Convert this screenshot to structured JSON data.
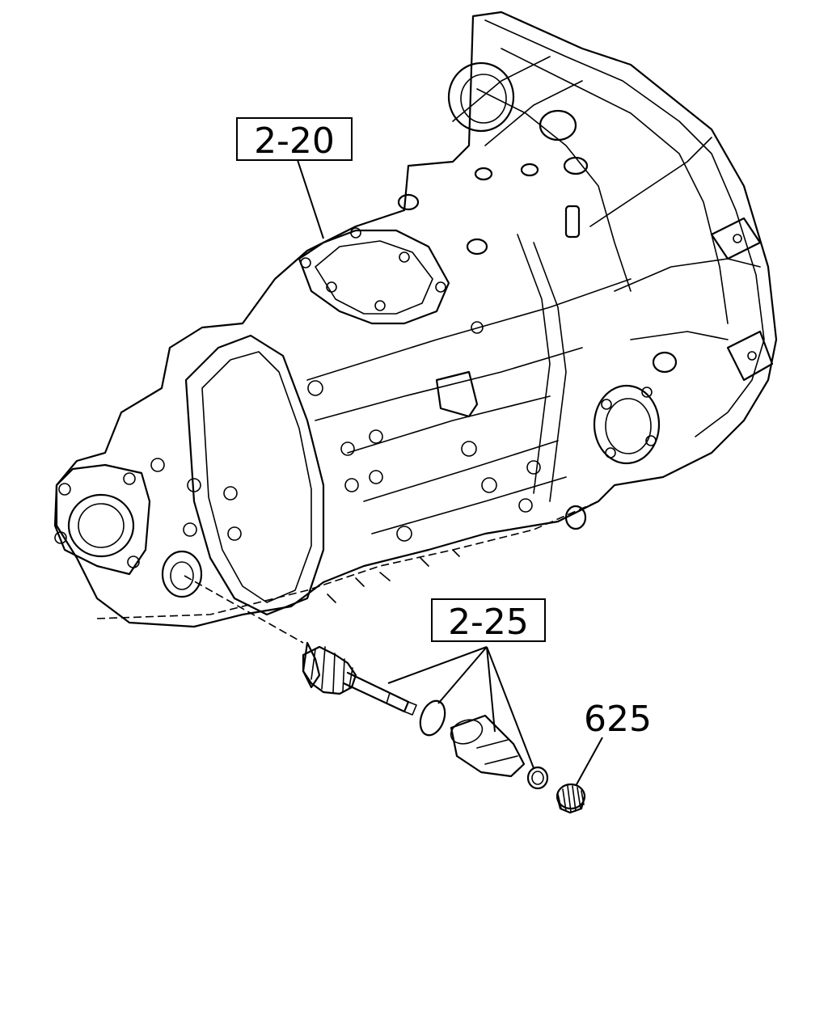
{
  "callouts": {
    "upper_label": "2-20",
    "middle_label": "2-25",
    "plain_label": "625"
  }
}
